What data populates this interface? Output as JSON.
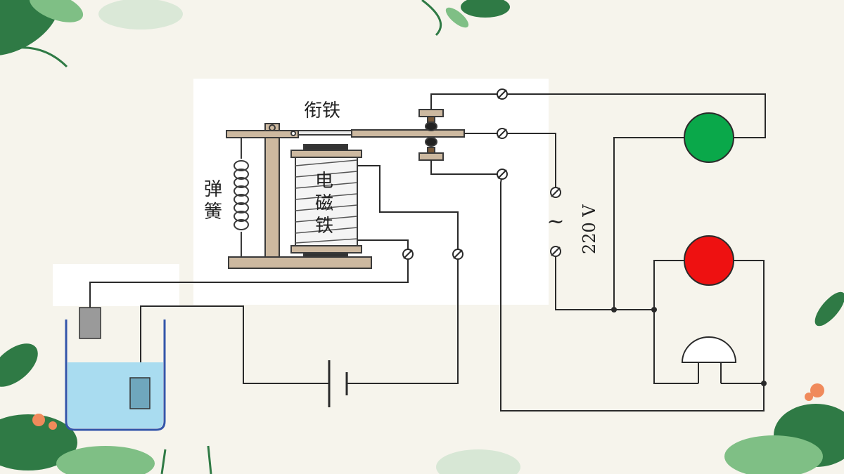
{
  "labels": {
    "armature": "衔铁",
    "spring_line1": "弹",
    "spring_line2": "簧",
    "electromagnet_line1": "电",
    "electromagnet_line2": "磁",
    "electromagnet_line3": "铁",
    "voltage": "220 V",
    "ac_symbol": "~"
  },
  "colors": {
    "background": "#f6f4ec",
    "panel": "#ffffff",
    "wire": "#2a2a2a",
    "frame_wood": "#cdb9a0",
    "frame_stroke": "#3a3a3a",
    "contact": "#a08060",
    "lamp_green": "#0aa84a",
    "lamp_red": "#ee1111",
    "water": "#a9dcf0",
    "probe": "#9a9a9a",
    "probe_submerged": "#6fa7bd",
    "leaf_dark": "#2f7a45",
    "leaf_light": "#7fbf85",
    "flower": "#f08a5b"
  },
  "components": [
    "armature-icon",
    "spring-icon",
    "electromagnet-icon",
    "battery-icon",
    "water-container-icon",
    "probe-icon",
    "green-lamp-icon",
    "red-lamp-icon",
    "bell-icon",
    "ac-source-icon",
    "terminal-icon"
  ]
}
